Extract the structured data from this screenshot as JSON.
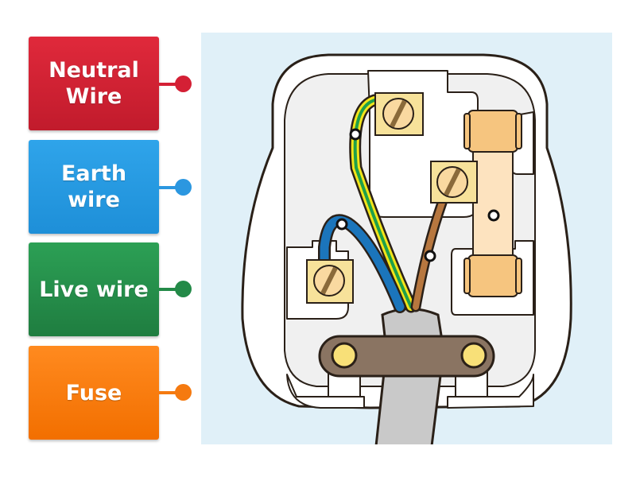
{
  "labels": [
    {
      "id": "neutral",
      "text": "Neutral\nWire",
      "color_top": "#e0293b",
      "color_bottom": "#c11b2c",
      "connector_color": "#d42035"
    },
    {
      "id": "earth",
      "text": "Earth\nwire",
      "color_top": "#2fa4ea",
      "color_bottom": "#1e8fd8",
      "connector_color": "#2b97e0"
    },
    {
      "id": "live",
      "text": "Live wire",
      "color_top": "#2ca055",
      "color_bottom": "#1f7d40",
      "connector_color": "#238a48"
    },
    {
      "id": "fuse",
      "text": "Fuse",
      "color_top": "#ff8a1f",
      "color_bottom": "#f26f00",
      "connector_color": "#f57a10"
    }
  ],
  "diagram": {
    "subject": "UK three-pin plug wiring (inside view)",
    "background_color": "#e0f0f8",
    "wire_colors": {
      "earth_green": "#1fa04a",
      "earth_yellow": "#f2e41a",
      "neutral_blue": "#1b75bb",
      "live_brown": "#b7773f"
    },
    "drop_targets": [
      {
        "id": "target-earth",
        "description": "Earth wire hotspot"
      },
      {
        "id": "target-neutral",
        "description": "Neutral wire hotspot"
      },
      {
        "id": "target-live",
        "description": "Live wire hotspot"
      },
      {
        "id": "target-fuse",
        "description": "Fuse hotspot"
      }
    ]
  }
}
